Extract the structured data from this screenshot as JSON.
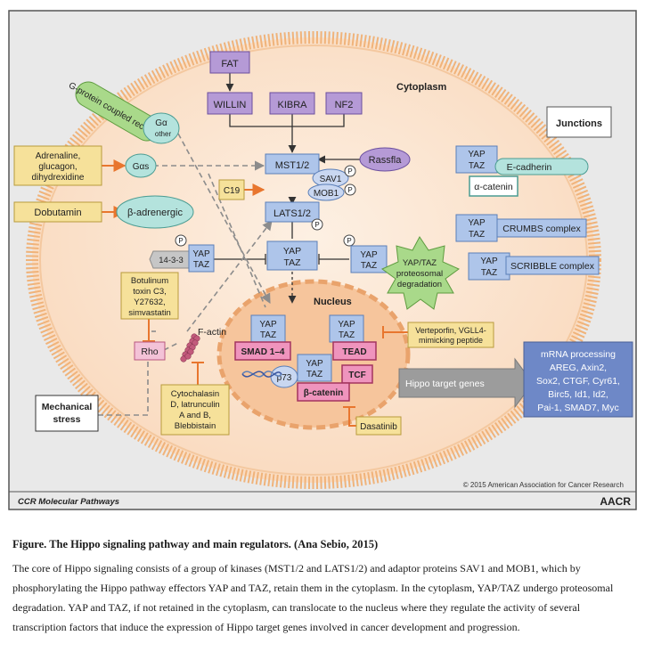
{
  "diagram": {
    "compartments": {
      "cytoplasm": "Cytoplasm",
      "nucleus": "Nucleus"
    },
    "upstream": {
      "fat": "FAT",
      "willin": "WILLIN",
      "kibra": "KIBRA",
      "nf2": "NF2",
      "rassfla": "Rassfla"
    },
    "kinases": {
      "mst": "MST1/2",
      "sav": "SAV1",
      "mob": "MOB1",
      "lats": "LATS1/2",
      "p": "P"
    },
    "gpcr": {
      "receptor": "G-protein coupled receptors",
      "g_alpha_other_main": "Gα",
      "g_alpha_other_sub": "other",
      "g_alpha_s": "Gαs"
    },
    "beta_adrenergic": "β-adrenergic",
    "drugs": {
      "adrenaline": [
        "Adrenaline,",
        "glucagon,",
        "dihydrexidine"
      ],
      "dobutamin": "Dobutamin",
      "c19": "C19",
      "botulinum": [
        "Botulinum",
        "toxin C3,",
        "Y27632,",
        "simvastatin"
      ],
      "cytochalasin": [
        "Cytochalasin",
        "D, latrunculin",
        "A and B,",
        "Blebbistain"
      ],
      "verteporfin": [
        "Verteporfin, VGLL4-",
        "mimicking peptide"
      ],
      "dasatinib": "Dasatinib"
    },
    "yap": "YAP",
    "taz": "TAZ",
    "protein_1433": "14-3-3",
    "degradation": [
      "YAP/TAZ",
      "proteosomal",
      "degradation"
    ],
    "rho": "Rho",
    "factin": "F-actin",
    "mechanical": [
      "Mechanical",
      "stress"
    ],
    "nuclear": {
      "smad": "SMAD 1–4",
      "tead": "TEAD",
      "tcf": "TCF",
      "p73": "p73",
      "bcatenin": "β-catenin"
    },
    "hippo_target": "Hippo target genes",
    "mrna": [
      "mRNA processing",
      "AREG, Axin2,",
      "Sox2, CTGF, Cyr61,",
      "Birc5, Id1, Id2,",
      "Pai-1, SMAD7, Myc"
    ],
    "junctions": {
      "title": "Junctions",
      "ecadherin": "E-cadherin",
      "acatenin": "α-catenin",
      "crumbs": "CRUMBS complex",
      "scribble": "SCRIBBLE complex"
    },
    "copyright": "© 2015 American Association for Cancer Research",
    "footer_left": "CCR Molecular Pathways",
    "footer_right": "AACR"
  },
  "caption": {
    "title": "Figure. The Hippo signaling pathway and main regulators. (Ana Sebio, 2015)",
    "body": "The core of Hippo signaling consists of a group of kinases (MST1/2 and LATS1/2) and adaptor proteins SAV1 and MOB1, which by phosphorylating the Hippo pathway effectors YAP and TAZ, retain them in the cytoplasm. In the cytoplasm, YAP/TAZ undergo proteosomal degradation. YAP and TAZ, if not retained in the cytoplasm, can translocate to the nucleus where they regulate the activity of several transcription factors that induce the expression of Hippo target genes involved in cancer development and progression."
  },
  "colors": {
    "frame_bg": "#e9e9e9",
    "cell_fill": "#fbe3cf",
    "membrane": "#f0b37a",
    "nucleus_fill": "#f6c59c",
    "purple": "#b59ad6",
    "blue": "#aec5ea",
    "yellow": "#f6e19a",
    "pink": "#ef94bd",
    "teal": "#b4e3dd",
    "green": "#a9d98a",
    "orange_arrow": "#e8762e",
    "gray_arrow": "#9a9a9a"
  }
}
